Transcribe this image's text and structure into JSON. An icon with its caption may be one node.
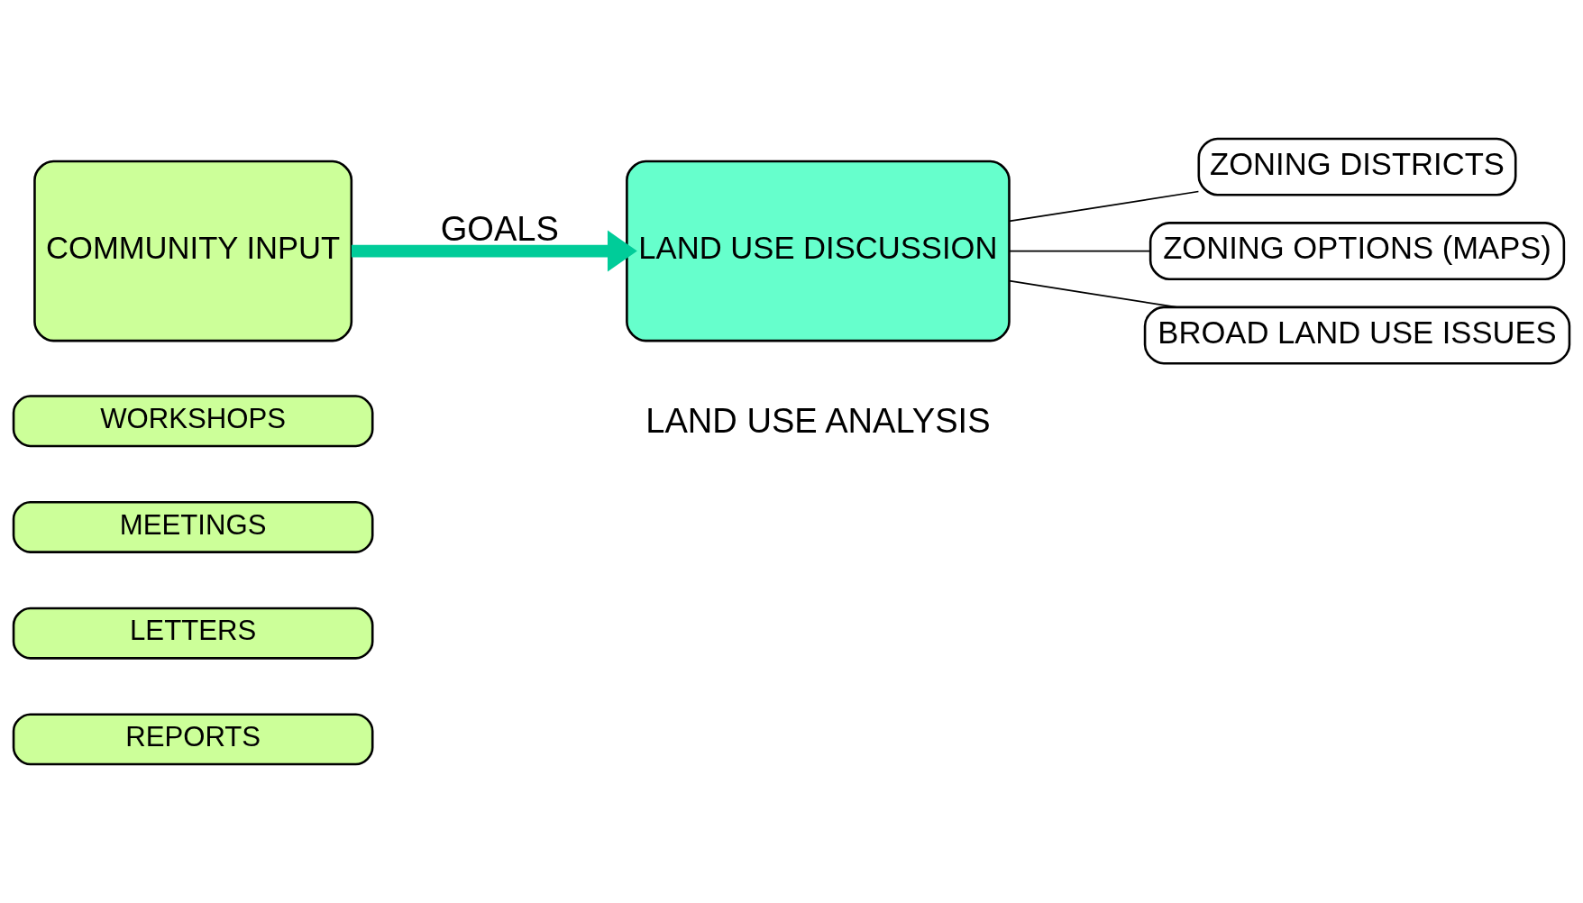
{
  "diagram": {
    "nodes": [
      {
        "text": [
          "COMMUNITY INPUT"
        ]
      },
      {
        "text": [
          "LAND USE DISCUSSION"
        ]
      },
      {
        "text": [
          "ZONING DISTRICTS"
        ]
      },
      {
        "text": [
          "ZONING OPTIONS (MAPS)"
        ]
      },
      {
        "text": [
          "BROAD LAND USE ISSUES"
        ]
      },
      {
        "text": [
          "WORKSHOPS"
        ]
      },
      {
        "text": [
          "MEETINGS"
        ]
      },
      {
        "text": [
          "LETTERS"
        ]
      },
      {
        "text": [
          "REPORTS"
        ]
      }
    ],
    "edges": [
      {
        "from": 0,
        "to": 1,
        "arrow": "to",
        "label": "GOALS",
        "style": "thick",
        "color": "#00cc99"
      },
      {
        "from": 1,
        "to": 2,
        "arrow": "none"
      },
      {
        "from": 1,
        "to": 3,
        "arrow": "none"
      },
      {
        "from": 1,
        "to": 4,
        "arrow": "none"
      }
    ],
    "labels": [
      "LAND USE ANALYSIS"
    ]
  }
}
